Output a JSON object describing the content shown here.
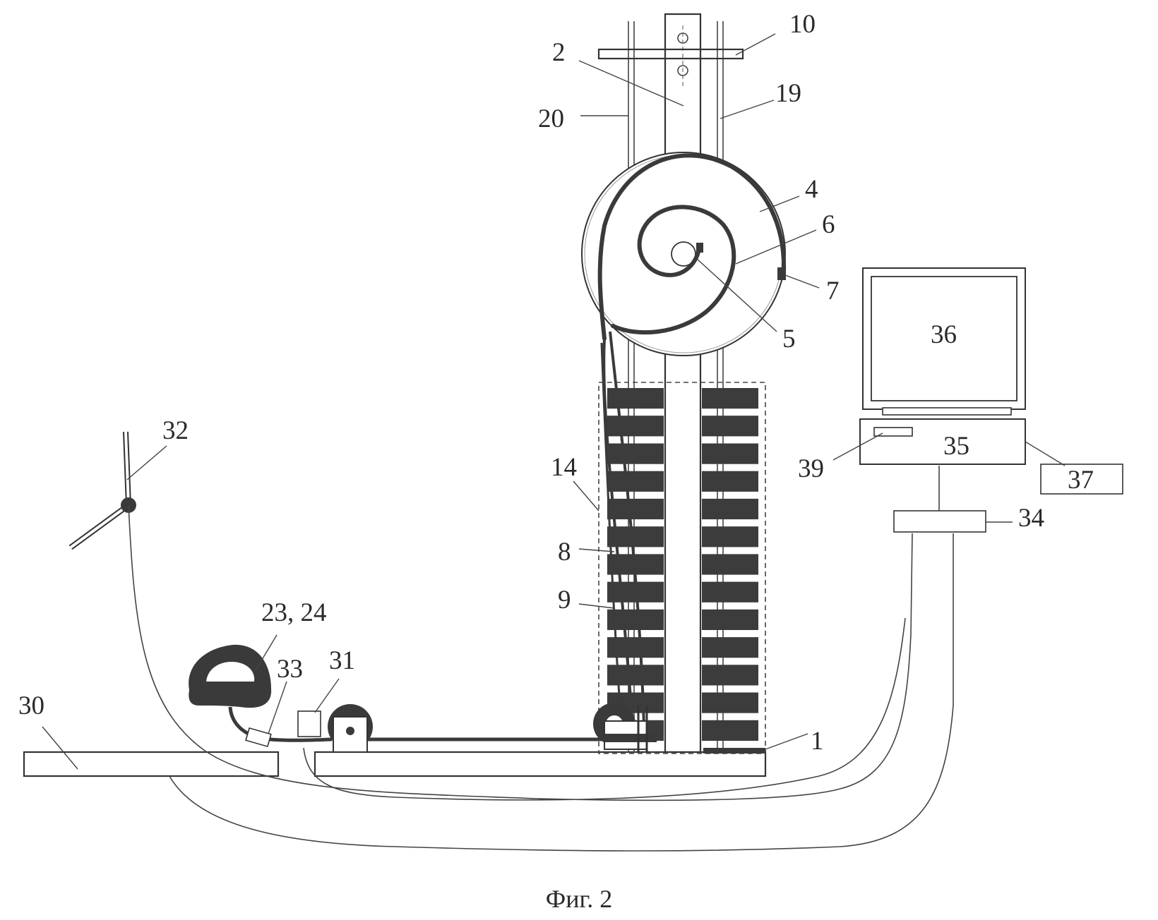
{
  "caption": "Фиг. 2",
  "labels": {
    "l1": "1",
    "l2": "2",
    "l4": "4",
    "l5": "5",
    "l6": "6",
    "l7": "7",
    "l8": "8",
    "l9": "9",
    "l10": "10",
    "l14": "14",
    "l19": "19",
    "l20": "20",
    "l2324": "23, 24",
    "l30": "30",
    "l31": "31",
    "l32": "32",
    "l33": "33",
    "l34": "34",
    "l35": "35",
    "l36": "36",
    "l37": "37",
    "l39": "39"
  },
  "weight_stack": {
    "plates_per_column": 13
  }
}
